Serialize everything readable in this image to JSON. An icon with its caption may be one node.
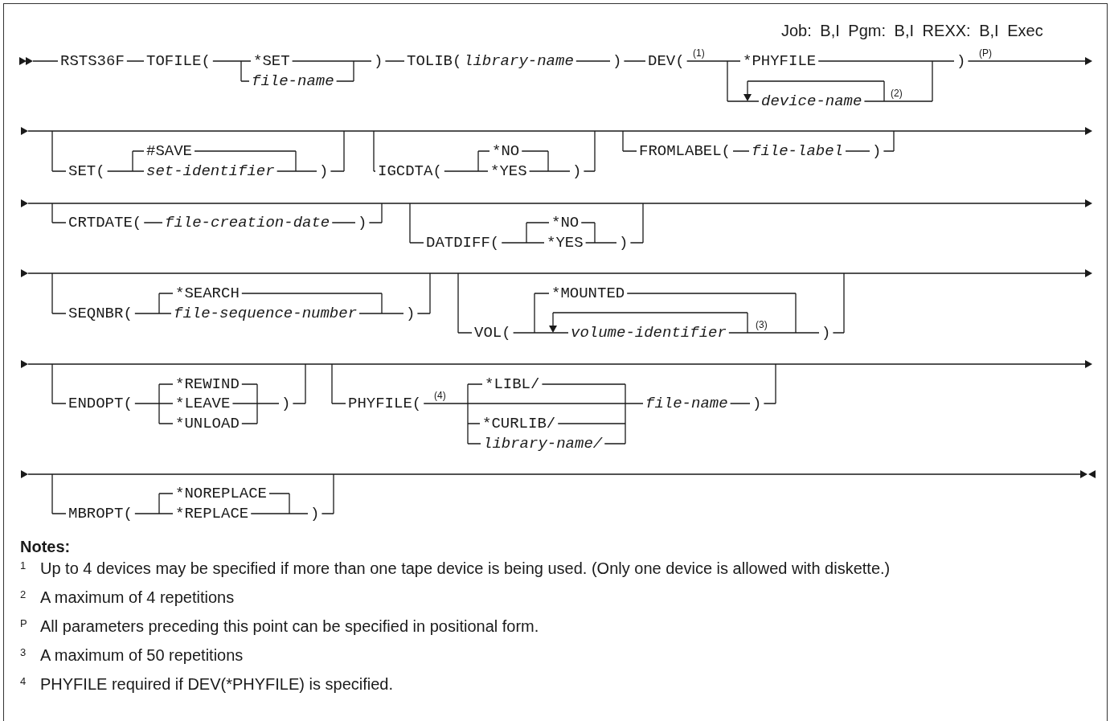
{
  "diagram": {
    "labels": [
      "Job: B,I Pgm: B,I REXX: B,I Exec",
      "RSTS36F",
      "TOFILE(",
      "*SET",
      "file-name",
      ")",
      "TOLIB(",
      "library-name",
      ")",
      "DEV(",
      "(1)",
      "*PHYFILE",
      ")",
      "(P)",
      "device-name",
      "(2)",
      "#SAVE",
      "*NO",
      "FROMLABEL(",
      "file-label",
      ")",
      "SET(",
      "set-identifier",
      ")",
      "IGCDTA(",
      "*YES",
      ")",
      "CRTDATE(",
      "file-creation-date",
      ")",
      "*NO",
      "DATDIFF(",
      "*YES",
      ")",
      "*SEARCH",
      "*MOUNTED",
      "SEQNBR(",
      "file-sequence-number",
      ")",
      "VOL(",
      "volume-identifier",
      "(3)",
      ")",
      "*REWIND",
      "*LIBL/",
      "ENDOPT(",
      "*LEAVE",
      ")",
      "PHYFILE(",
      "(4)",
      "file-name",
      ")",
      "*UNLOAD",
      "*CURLIB/",
      "library-name/",
      "*NOREPLACE",
      "MBROPT(",
      "*REPLACE",
      ")",
      "Notes:",
      "1",
      "Up to 4 devices may be specified if more than one tape device is being used. (Only one device is allowed with diskette.)",
      "2",
      "A maximum of 4 repetitions",
      "P",
      "All parameters preceding this point can be specified in positional form.",
      "3",
      "A maximum of 50 repetitions",
      "4",
      "PHYFILE required if DEV(*PHYFILE) is specified."
    ]
  }
}
